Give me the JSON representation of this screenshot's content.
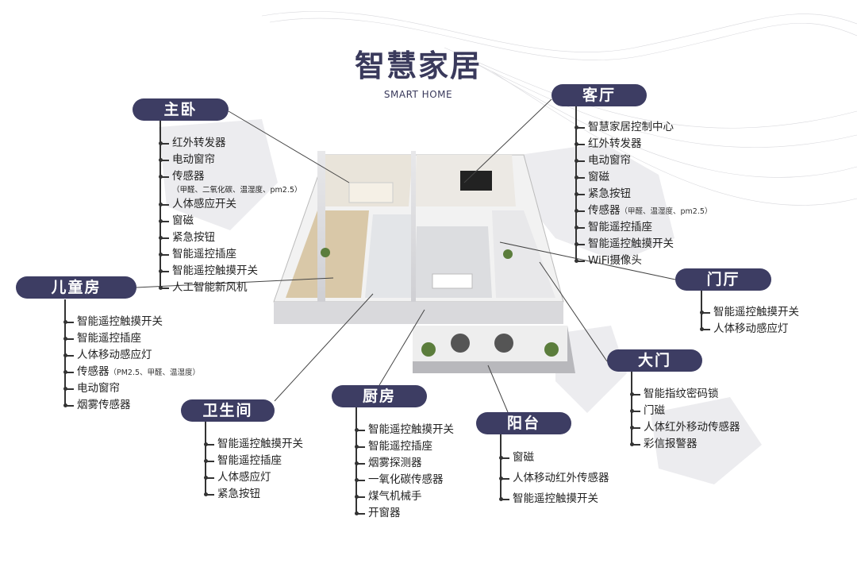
{
  "header": {
    "title": "智慧家居",
    "subtitle": "SMART HOME"
  },
  "colors": {
    "pill": "#3d3d63",
    "text": "#222222"
  },
  "rooms": {
    "master_bedroom": {
      "label": "主卧",
      "items": [
        "红外转发器",
        "电动窗帘",
        "传感器",
        "（甲醛、二氧化碳、温湿度、pm2.5）",
        "人体感应开关",
        "窗磁",
        "紧急按钮",
        "智能遥控插座",
        "智能遥控触摸开关",
        "人工智能新风机"
      ]
    },
    "living_room": {
      "label": "客厅",
      "items": [
        "智慧家居控制中心",
        "红外转发器",
        "电动窗帘",
        "窗磁",
        "紧急按钮",
        "传感器",
        "智能遥控插座",
        "智能遥控触摸开关",
        "WiFi摄像头"
      ],
      "sensor_note": "（甲醛、温湿度、pm2.5）"
    },
    "kids_room": {
      "label": "儿童房",
      "items": [
        "智能遥控触摸开关",
        "智能遥控插座",
        "人体移动感应灯",
        "传感器",
        "电动窗帘",
        "烟雾传感器"
      ],
      "sensor_note": "（PM2.5、甲醛、温湿度）"
    },
    "foyer": {
      "label": "门厅",
      "items": [
        "智能遥控触摸开关",
        "人体移动感应灯"
      ]
    },
    "front_door": {
      "label": "大门",
      "items": [
        "智能指纹密码锁",
        "门磁",
        "人体红外移动传感器",
        "彩信报警器"
      ]
    },
    "bathroom": {
      "label": "卫生间",
      "items": [
        "智能遥控触摸开关",
        "智能遥控插座",
        "人体感应灯",
        "紧急按钮"
      ]
    },
    "kitchen": {
      "label": "厨房",
      "items": [
        "智能遥控触摸开关",
        "智能遥控插座",
        "烟雾探测器",
        "一氧化碳传感器",
        "煤气机械手",
        "开窗器"
      ]
    },
    "balcony": {
      "label": "阳台",
      "items": [
        "窗磁",
        "人体移动红外传感器",
        "智能遥控触摸开关"
      ]
    }
  }
}
